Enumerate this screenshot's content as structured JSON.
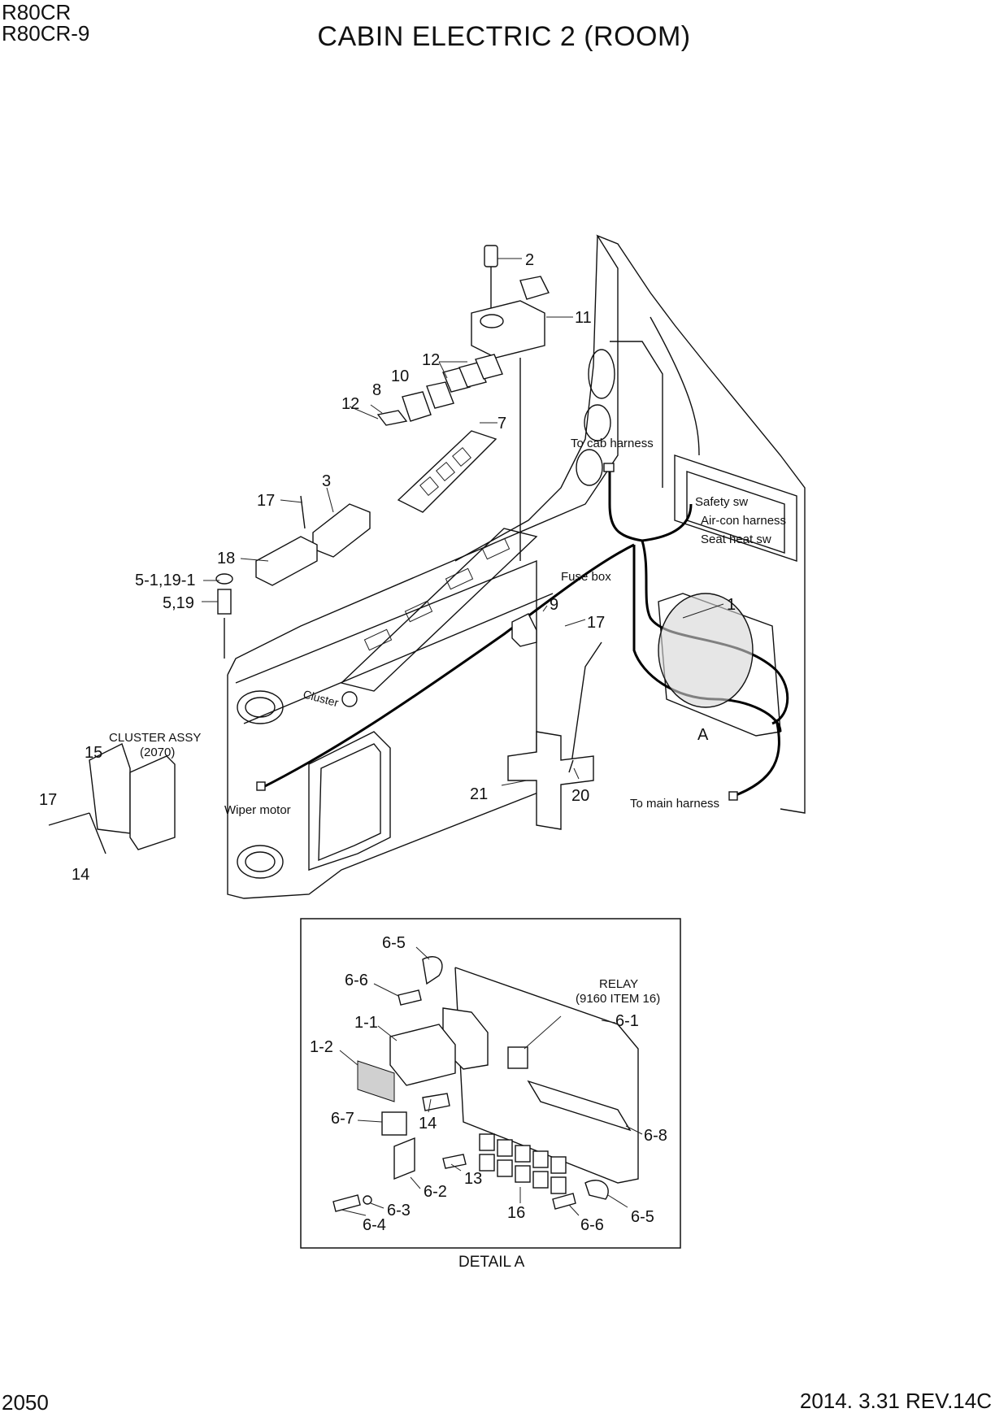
{
  "header": {
    "model_1": "R80CR",
    "model_2": "R80CR-9",
    "title": "CABIN ELECTRIC 2 (ROOM)"
  },
  "footer": {
    "page_number": "2050",
    "date_rev": "2014. 3.31  REV.14C"
  },
  "main_callouts": {
    "p2": "2",
    "p11": "11",
    "p12a": "12",
    "p12b": "12",
    "p10": "10",
    "p8": "8",
    "p7": "7",
    "p3": "3",
    "p17a": "17",
    "p18": "18",
    "p5_1": "5-1,19-1",
    "p5_19": "5,19",
    "p9": "9",
    "p17b": "17",
    "p1": "1",
    "pA": "A",
    "p15": "15",
    "p17c": "17",
    "p14": "14",
    "p21": "21",
    "p20": "20"
  },
  "annotations": {
    "cab_harness": "To cab harness",
    "safety_sw": "Safety sw",
    "aircon_harness": "Air-con harness",
    "seat_heat_sw": "Seat heat sw",
    "fuse_box": "Fuse box",
    "wiper_motor": "Wiper motor",
    "main_harness": "To main harness",
    "cluster_assy": "CLUSTER ASSY",
    "cluster_ref": "(2070)",
    "cluster_panel": "Cluster"
  },
  "detail": {
    "caption": "DETAIL A",
    "relay": "RELAY",
    "relay_ref": "(9160 ITEM 16)",
    "c6_5a": "6-5",
    "c6_6a": "6-6",
    "c1_1": "1-1",
    "c1_2": "1-2",
    "c6_1": "6-1",
    "c6_7": "6-7",
    "c14": "14",
    "c6_8": "6-8",
    "c13": "13",
    "c6_2": "6-2",
    "c6_3": "6-3",
    "c6_4": "6-4",
    "c16": "16",
    "c6_6b": "6-6",
    "c6_5b": "6-5"
  }
}
